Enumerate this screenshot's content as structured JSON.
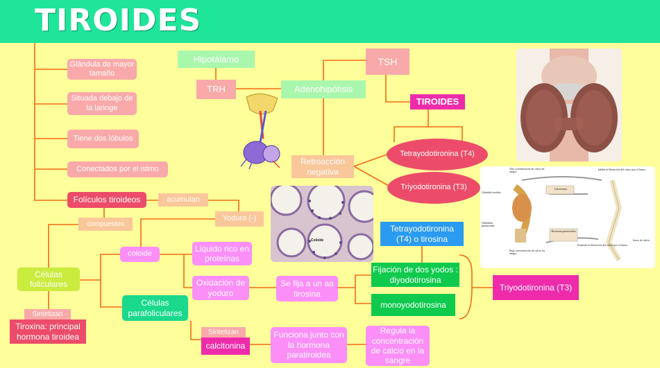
{
  "title": "TIROIDES",
  "nodes": {
    "glandula": "Glándula de mayor tamaño",
    "situada": "Situada debajo de la laringe",
    "lobulos": "Tiene dos lóbulos",
    "istmo": "Conectados por el istmo",
    "foliculos": "Folículos tiroideos",
    "acumulan": "acumulan",
    "compuestos": "compuestos",
    "yoduro": "Yoduro (-)",
    "coloide": "coloide",
    "liquido": "Liquido rico en proteínas",
    "oxidacion": "Oxidación de yoduro",
    "fija": "Se fija a un aa tirosina",
    "celulas_foliculares": "Células foliculares",
    "celulas_parafoliculares": "Células parafoliculares",
    "sintetizan1": "Sintetizan",
    "tiroxina": "Tiroxina: principal hormona tiroidea",
    "sintetizan2": "Sintetizan",
    "calcitonina": "calcitonina",
    "funciona": "Funciona junto con la hormona paratiroidea",
    "regula": "Regula la concentración de calcio en la sangre",
    "hipotalamo": "Hipotálamo",
    "trh": "TRH",
    "adenohipofisis": "Adenohipófisis",
    "tsh": "TSH",
    "tiroides_box": "TIROIDES",
    "retroaccion": "Retroacción negativa",
    "t4_ellipse": "Tetrayodotironina (T4)",
    "t3_ellipse": "Triyodotironina (T3)",
    "t4_tirosina": "Tetrayodotironina (T4) o tirosina",
    "fijacion": "Fijación de dos yodos : diyodotirosina",
    "mono": "monoyodotirosina",
    "t3_box": "Triyodotironina (T3)"
  },
  "calcium_figure": {
    "alta": "Alta concentración de calcio en sangre",
    "inhibe": "Inhibe la liberación del calcio por el hueso",
    "glandula_tiroides": "Glándula tiroides",
    "calcitonina": "Calcitonina",
    "glandulas_paratiroides": "Glándulas paratiroides",
    "hormona": "Hormona paratiroidea",
    "iones": "Iones de calcio",
    "baja": "Baja concentración de calcio en sangre",
    "estimula": "Estimula la liberación del calcio por el hueso"
  },
  "histology": {
    "coloide": "Coloide"
  },
  "colors": {
    "header": "#1ee59a",
    "background": "#fefe9a",
    "connector": "#f06a14"
  }
}
